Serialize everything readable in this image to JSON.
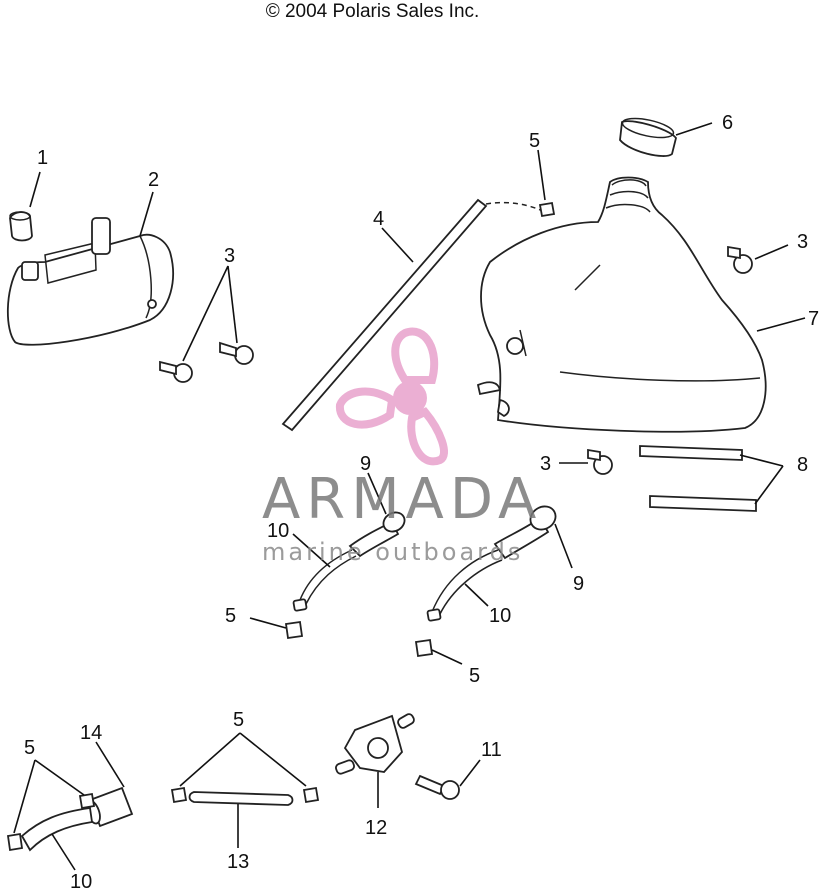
{
  "copyright": "© 2004 Polaris Sales Inc.",
  "watermark": {
    "brand": "ARMADA",
    "tagline": "marine outboards",
    "color": "#e9a7cf"
  },
  "labels": [
    {
      "id": "label-1",
      "text": "1"
    },
    {
      "id": "label-2",
      "text": "2"
    },
    {
      "id": "label-3a",
      "text": "3"
    },
    {
      "id": "label-5a",
      "text": "5"
    },
    {
      "id": "label-4",
      "text": "4"
    },
    {
      "id": "label-6",
      "text": "6"
    },
    {
      "id": "label-3b",
      "text": "3"
    },
    {
      "id": "label-7",
      "text": "7"
    },
    {
      "id": "label-3c",
      "text": "3"
    },
    {
      "id": "label-8",
      "text": "8"
    },
    {
      "id": "label-9a",
      "text": "9"
    },
    {
      "id": "label-10a",
      "text": "10"
    },
    {
      "id": "label-9b",
      "text": "9"
    },
    {
      "id": "label-5b",
      "text": "5"
    },
    {
      "id": "label-10b",
      "text": "10"
    },
    {
      "id": "label-5c",
      "text": "5"
    },
    {
      "id": "label-5d",
      "text": "5"
    },
    {
      "id": "label-14",
      "text": "14"
    },
    {
      "id": "label-5e",
      "text": "5"
    },
    {
      "id": "label-11",
      "text": "11"
    },
    {
      "id": "label-12",
      "text": "12"
    },
    {
      "id": "label-13",
      "text": "13"
    },
    {
      "id": "label-10c",
      "text": "10"
    }
  ]
}
